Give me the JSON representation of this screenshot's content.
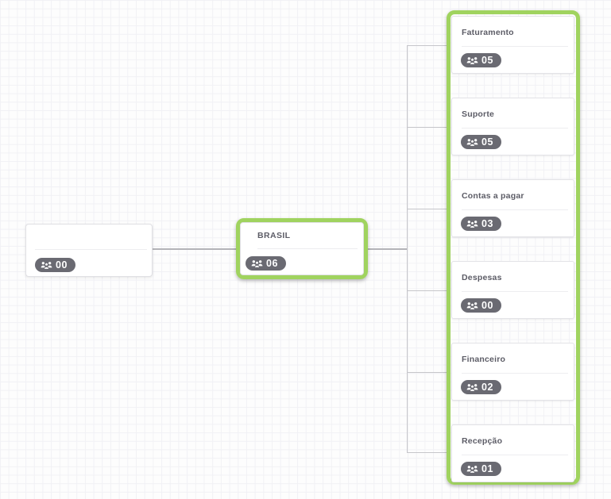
{
  "theme": {
    "accent_green": "#a0d35f",
    "badge_background": "#6a6a72",
    "badge_text": "#ffffff",
    "title_color": "#5c5c66",
    "connector_color": "#c6c6ca",
    "grid_line_color": "#f1f1f5",
    "canvas_background": "#fdfdfd"
  },
  "icons": {
    "members": "users-group-icon"
  },
  "org": {
    "root": {
      "title": "",
      "count": "00"
    },
    "parent": {
      "title": "BRASIL",
      "count": "06",
      "highlighted": true
    },
    "children_highlighted": true,
    "children": [
      {
        "title": "Faturamento",
        "count": "05"
      },
      {
        "title": "Suporte",
        "count": "05"
      },
      {
        "title": "Contas a pagar",
        "count": "03"
      },
      {
        "title": "Despesas",
        "count": "00"
      },
      {
        "title": "Financeiro",
        "count": "02"
      },
      {
        "title": "Recepção",
        "count": "01"
      }
    ]
  }
}
